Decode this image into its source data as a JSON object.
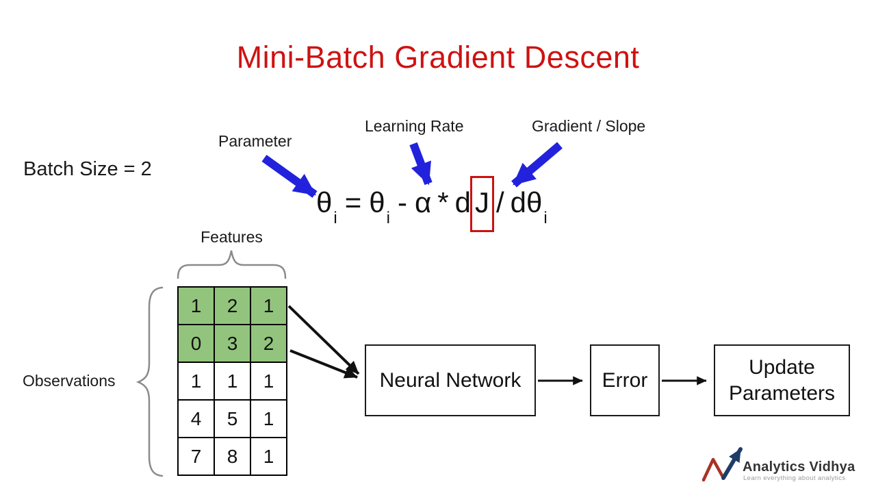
{
  "title": "Mini-Batch Gradient Descent",
  "batch_size_label": "Batch Size = 2",
  "annotations": {
    "parameter": "Parameter",
    "learning_rate": "Learning Rate",
    "gradient_slope": "Gradient / Slope"
  },
  "formula": {
    "theta1": "θ",
    "sub1": "i",
    "equals": "=",
    "theta2": "θ",
    "sub2": "i",
    "minus": "-",
    "alpha": "α",
    "star": "*",
    "d1": "d",
    "j": "J",
    "slash": "/",
    "dtheta": "dθ",
    "sub3": "i"
  },
  "matrix": {
    "features_label": "Features",
    "observations_label": "Observations",
    "rows": [
      [
        "1",
        "2",
        "1"
      ],
      [
        "0",
        "3",
        "2"
      ],
      [
        "1",
        "1",
        "1"
      ],
      [
        "4",
        "5",
        "1"
      ],
      [
        "7",
        "8",
        "1"
      ]
    ],
    "highlighted_row_count": 2
  },
  "flow": {
    "neural_network": "Neural Network",
    "error": "Error",
    "update_parameters": "Update Parameters"
  },
  "logo": {
    "name": "Analytics Vidhya",
    "tagline": "Learn everything about analytics"
  },
  "colors": {
    "title-red": "#CE1212",
    "highlight-red": "#CC1111",
    "arrow-blue": "#2222DD",
    "cell-green": "#93C47D",
    "brace-gray": "#8A8A8A",
    "logo-navy": "#1F3C68",
    "logo-red": "#A93226"
  }
}
